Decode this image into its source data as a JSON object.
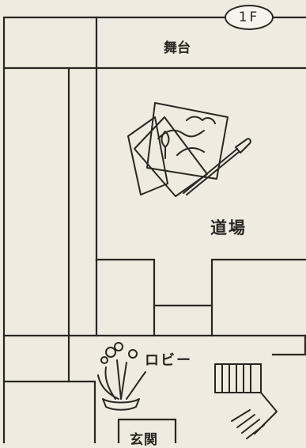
{
  "floor": "1F",
  "rooms": {
    "stage": "舞台",
    "dojo": "道場",
    "lobby": "ロビー",
    "entrance": "玄関"
  },
  "colors": {
    "paper": "#efebe0",
    "ink": "#2a2622"
  },
  "icons": [
    "painting-supplies-icon",
    "flower-pot-icon",
    "stairs-icon"
  ]
}
